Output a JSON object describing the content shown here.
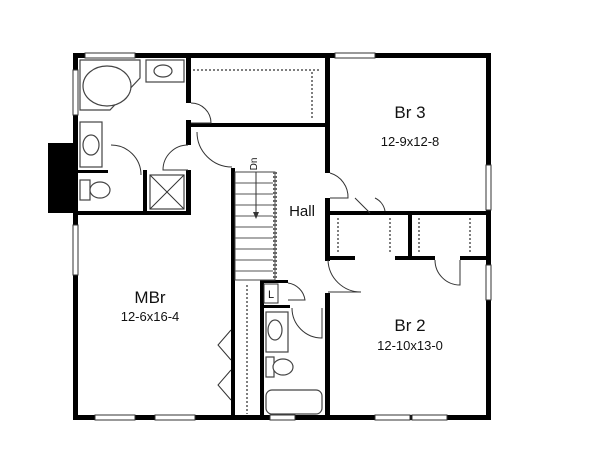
{
  "plan": {
    "rooms": [
      {
        "name": "Br 3",
        "size": "12-9x12-8"
      },
      {
        "name": "Hall",
        "size": ""
      },
      {
        "name": "MBr",
        "size": "12-6x16-4"
      },
      {
        "name": "Br 2",
        "size": "12-10x13-0"
      }
    ],
    "stair_label": "Dn",
    "linen_label": "L"
  }
}
